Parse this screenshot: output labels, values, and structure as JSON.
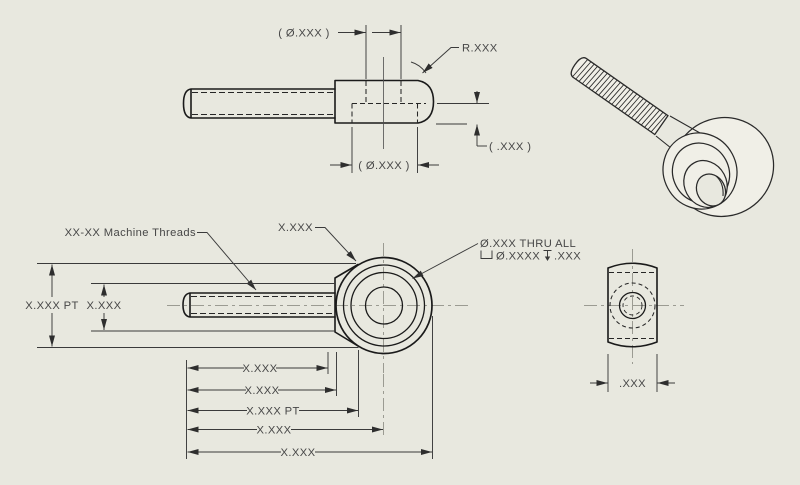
{
  "drawing": {
    "title": "Eye bolt machine drawing (placeholder dimensions)",
    "background": "#e8e8df",
    "line_color": "#1a1a1a",
    "dim_color": "#3a3a3a",
    "centerline_color": "#9b9b92",
    "top_view": {
      "cbore_dia": "( Ø.XXX )",
      "corner_radius": "R.XXX",
      "hole_dia": "( Ø.XXX )",
      "cbore_depth": "( .XXX )"
    },
    "front_view": {
      "thread_note": "XX-XX Machine Threads",
      "eye_od": "X.XXX",
      "hole_note_line1": "Ø.XXX THRU ALL",
      "hole_note_dia": "Ø.XXXX",
      "hole_note_depth": ".XXX",
      "height_outer": "X.XXX PT",
      "height_inner": "X.XXX",
      "length_dims": [
        "X.XXX",
        "X.XXX",
        "X.XXX PT",
        "X.XXX",
        "X.XXX"
      ]
    },
    "side_view": {
      "width": ".XXX"
    }
  }
}
